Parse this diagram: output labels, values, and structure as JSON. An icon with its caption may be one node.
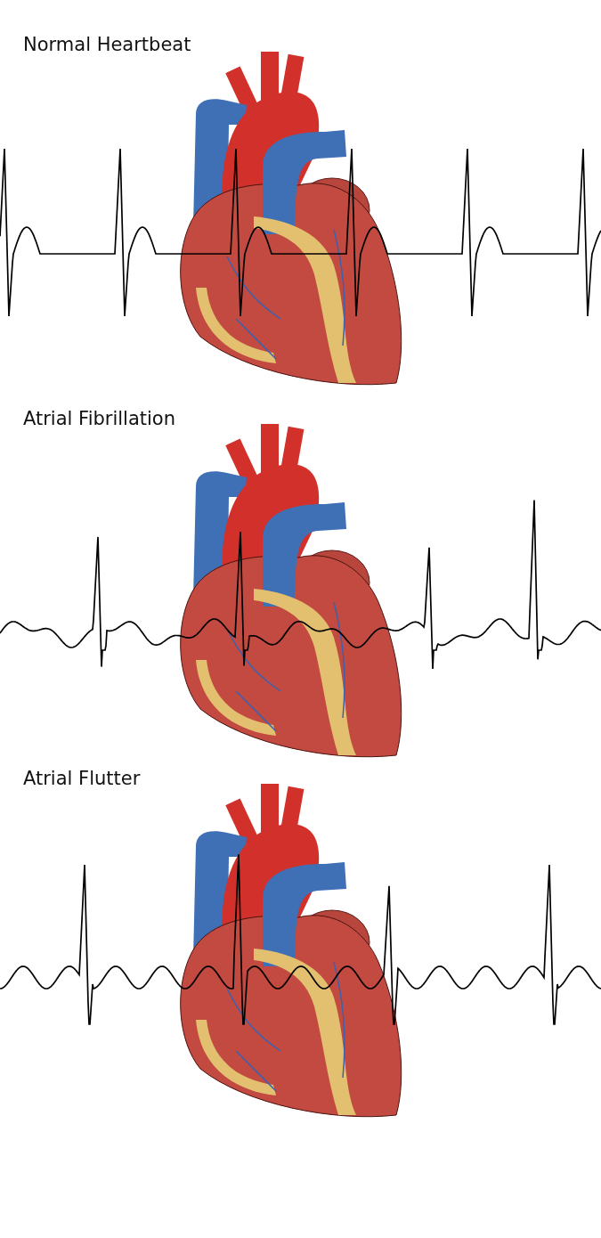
{
  "diagram": {
    "labels": [
      "Normal Heartbeat",
      "Atrial Fibrillation",
      "Atrial Flutter"
    ]
  }
}
